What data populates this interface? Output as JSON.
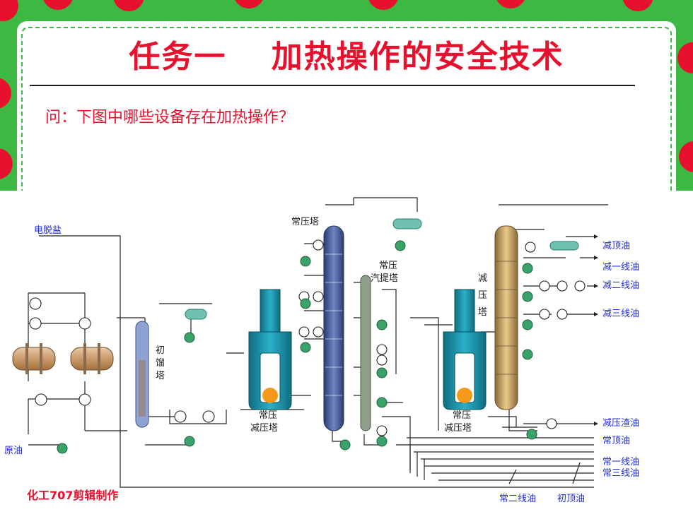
{
  "title": "任务一　 加热操作的安全技术",
  "question": "问：下图中哪些设备存在加热操作？",
  "caption": "化工707剪辑制作",
  "colors": {
    "frame_green": "#3cb843",
    "dot_red": "#e8112d",
    "text_red": "#e8112d",
    "label_blue": "#1f2bd6",
    "pipe": "#222222",
    "vessel_teal": "#1b8fa8",
    "column_blue": "#3a4f8a"
  },
  "diagram": {
    "labels": {
      "desalting": "电脱盐",
      "crude_oil": "原油",
      "flash_tower_1": "初",
      "flash_tower_2": "馏",
      "flash_tower_3": "塔",
      "atm_furnace_1": "常压",
      "atm_furnace_2": "减压塔",
      "atm_tower": "常压塔",
      "stripper_1": "常压",
      "stripper_2": "汽提塔",
      "vac_furnace_1": "常压",
      "vac_furnace_2": "减压塔",
      "vac_tower_1": "减",
      "vac_tower_2": "压",
      "vac_tower_3": "塔"
    },
    "products": {
      "vac_top_oil": "减顶油",
      "vac_first_line": "减一线油",
      "vac_second_line": "减二线油",
      "vac_third_line": "减三线油",
      "vac_residue": "减压渣油",
      "atm_top_oil": "常顶油",
      "atm_first_line": "常一线油",
      "atm_third_line": "常三线油",
      "atm_second_line": "常二线油",
      "initial_top_oil": "初顶油"
    }
  }
}
